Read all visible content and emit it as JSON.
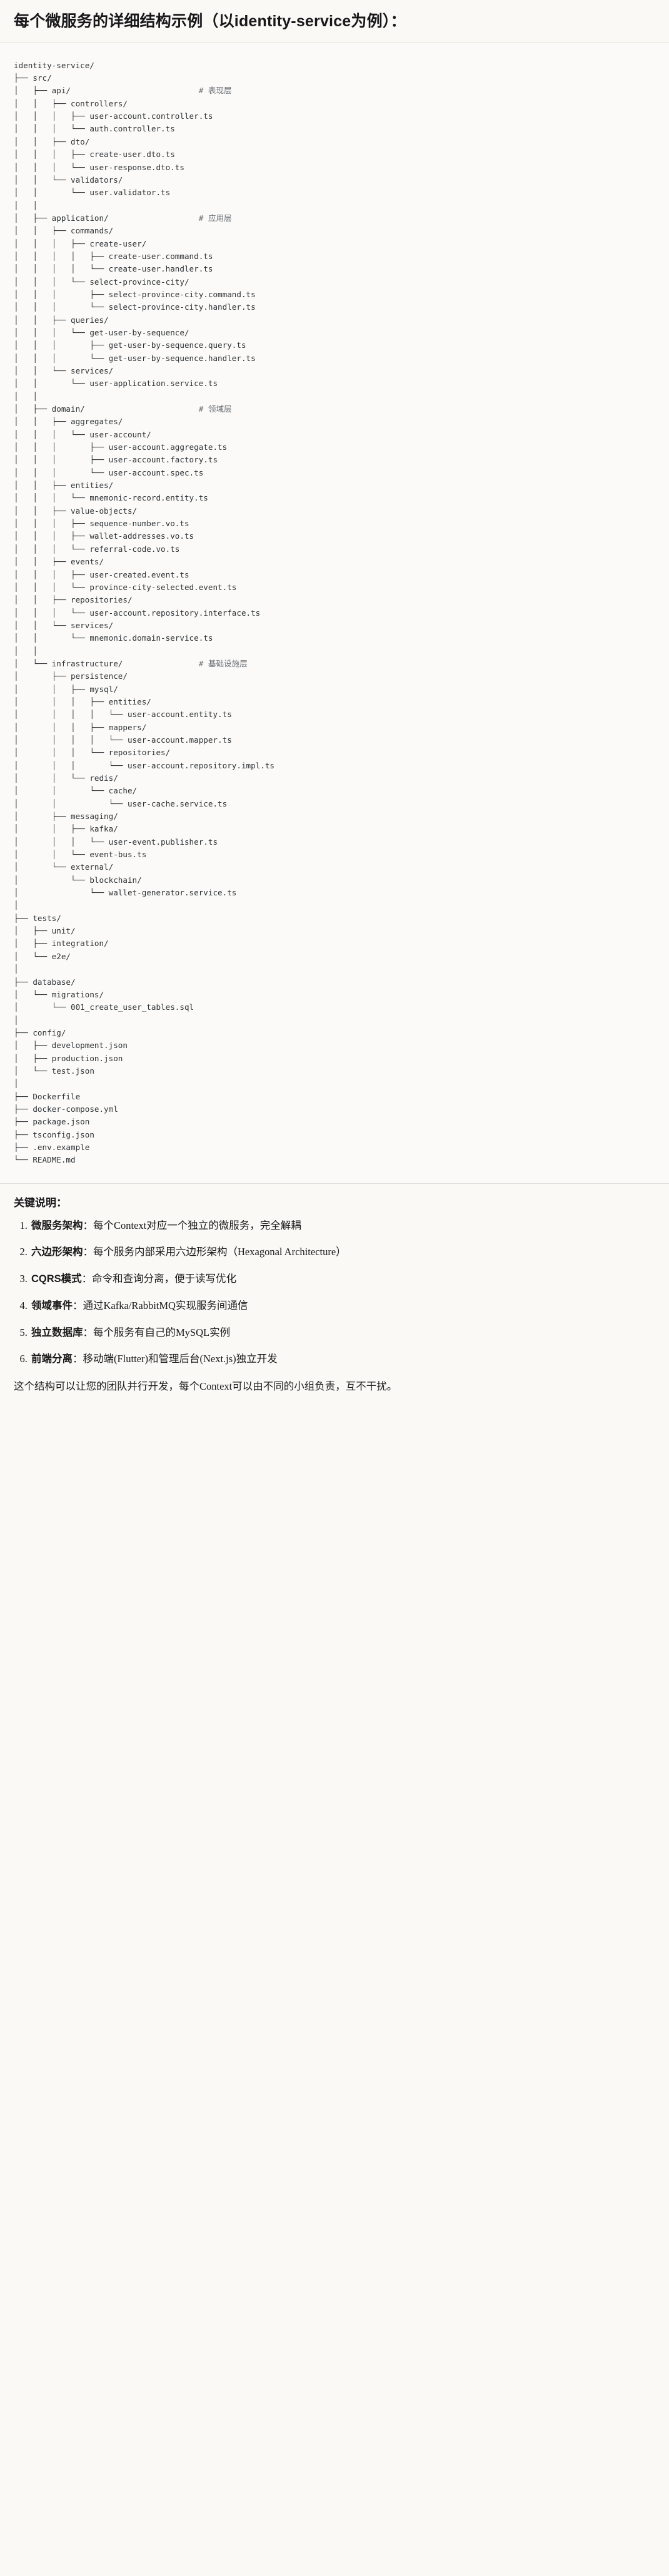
{
  "heading": "每个微服务的详细结构示例（以identity-service为例）：",
  "code_block": {
    "language": "text",
    "tree_text": "identity-service/\n├── src/\n│   ├── api/                           # 表现层\n│   │   ├── controllers/\n│   │   │   ├── user-account.controller.ts\n│   │   │   └── auth.controller.ts\n│   │   ├── dto/\n│   │   │   ├── create-user.dto.ts\n│   │   │   └── user-response.dto.ts\n│   │   └── validators/\n│   │       └── user.validator.ts\n│   │\n│   ├── application/                   # 应用层\n│   │   ├── commands/\n│   │   │   ├── create-user/\n│   │   │   │   ├── create-user.command.ts\n│   │   │   │   └── create-user.handler.ts\n│   │   │   └── select-province-city/\n│   │   │       ├── select-province-city.command.ts\n│   │   │       └── select-province-city.handler.ts\n│   │   ├── queries/\n│   │   │   └── get-user-by-sequence/\n│   │   │       ├── get-user-by-sequence.query.ts\n│   │   │       └── get-user-by-sequence.handler.ts\n│   │   └── services/\n│   │       └── user-application.service.ts\n│   │\n│   ├── domain/                        # 领域层\n│   │   ├── aggregates/\n│   │   │   └── user-account/\n│   │   │       ├── user-account.aggregate.ts\n│   │   │       ├── user-account.factory.ts\n│   │   │       └── user-account.spec.ts\n│   │   ├── entities/\n│   │   │   └── mnemonic-record.entity.ts\n│   │   ├── value-objects/\n│   │   │   ├── sequence-number.vo.ts\n│   │   │   ├── wallet-addresses.vo.ts\n│   │   │   └── referral-code.vo.ts\n│   │   ├── events/\n│   │   │   ├── user-created.event.ts\n│   │   │   └── province-city-selected.event.ts\n│   │   ├── repositories/\n│   │   │   └── user-account.repository.interface.ts\n│   │   └── services/\n│   │       └── mnemonic.domain-service.ts\n│   │\n│   └── infrastructure/                # 基础设施层\n│       ├── persistence/\n│       │   ├── mysql/\n│       │   │   ├── entities/\n│       │   │   │   └── user-account.entity.ts\n│       │   │   ├── mappers/\n│       │   │   │   └── user-account.mapper.ts\n│       │   │   └── repositories/\n│       │   │       └── user-account.repository.impl.ts\n│       │   └── redis/\n│       │       └── cache/\n│       │           └── user-cache.service.ts\n│       ├── messaging/\n│       │   ├── kafka/\n│       │   │   └── user-event.publisher.ts\n│       │   └── event-bus.ts\n│       └── external/\n│           └── blockchain/\n│               └── wallet-generator.service.ts\n│\n├── tests/\n│   ├── unit/\n│   ├── integration/\n│   └── e2e/\n│\n├── database/\n│   └── migrations/\n│       └── 001_create_user_tables.sql\n│\n├── config/\n│   ├── development.json\n│   ├── production.json\n│   └── test.json\n│\n├── Dockerfile\n├── docker-compose.yml\n├── package.json\n├── tsconfig.json\n├── .env.example\n└── README.md",
    "layer_comments": [
      {
        "path": "src/api/",
        "comment": "# 表现层"
      },
      {
        "path": "src/application/",
        "comment": "# 应用层"
      },
      {
        "path": "src/domain/",
        "comment": "# 领域层"
      },
      {
        "path": "src/infrastructure/",
        "comment": "# 基础设施层"
      }
    ]
  },
  "notes": {
    "title": "关键说明：",
    "items": [
      {
        "term": "微服务架构",
        "sep": "：",
        "body": "每个Context对应一个独立的微服务，完全解耦"
      },
      {
        "term": "六边形架构",
        "sep": "：",
        "body": "每个服务内部采用六边形架构（Hexagonal Architecture）"
      },
      {
        "term": "CQRS模式",
        "sep": "：",
        "body": "命令和查询分离，便于读写优化"
      },
      {
        "term": "领域事件",
        "sep": "：",
        "body": "通过Kafka/RabbitMQ实现服务间通信"
      },
      {
        "term": "独立数据库",
        "sep": "：",
        "body": "每个服务有自己的MySQL实例"
      },
      {
        "term": "前端分离",
        "sep": "：",
        "body": "移动端(Flutter)和管理后台(Next.js)独立开发"
      }
    ],
    "closing": "这个结构可以让您的团队并行开发，每个Context可以由不同的小组负责，互不干扰。"
  },
  "colors": {
    "page_background": "#faf9f6",
    "code_background": "#fbfaf8",
    "text": "#1a1a1a",
    "code_text": "#2f3337",
    "comment_text": "#6b7177",
    "rule": "#e2e0da"
  }
}
